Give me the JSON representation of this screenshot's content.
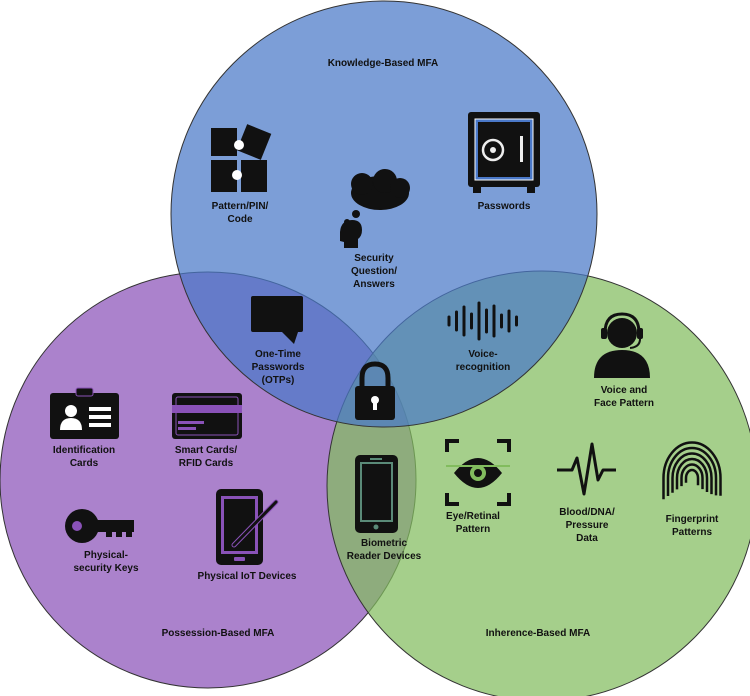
{
  "sets": [
    {
      "label": "Knowledge-Based MFA",
      "color": "#4a78c8"
    },
    {
      "label": "Possession-Based MFA",
      "color": "#8a52b8"
    },
    {
      "label": "Inherence-Based MFA",
      "color": "#82bc5e"
    }
  ],
  "items": {
    "pattern_pin": "Pattern/PIN/\nCode",
    "security_question": "Security\nQuestion/\nAnswers",
    "passwords": "Passwords",
    "otp": "One-Time\nPasswords\n(OTPs)",
    "voice_recognition": "Voice-\nrecognition",
    "voice_face": "Voice and\nFace Pattern",
    "identification_cards": "Identification\nCards",
    "smart_cards": "Smart Cards/\nRFID Cards",
    "physical_keys": "Physical-\nsecurity Keys",
    "physical_iot": "Physical IoT Devices",
    "biometric_reader": "Biometric\nReader Devices",
    "eye_retinal": "Eye/Retinal\nPattern",
    "blood_dna": "Blood/DNA/\nPressure\nData",
    "fingerprint": "Fingerprint\nPatterns"
  },
  "icons": [
    "puzzle-icon",
    "thought-bubble-icon",
    "safe-icon",
    "chat-bubble-icon",
    "voice-wave-icon",
    "headset-person-icon",
    "lock-icon",
    "id-card-icon",
    "credit-card-icon",
    "key-icon",
    "tablet-stylus-icon",
    "smartphone-icon",
    "eye-scan-icon",
    "heartbeat-icon",
    "fingerprint-icon"
  ]
}
